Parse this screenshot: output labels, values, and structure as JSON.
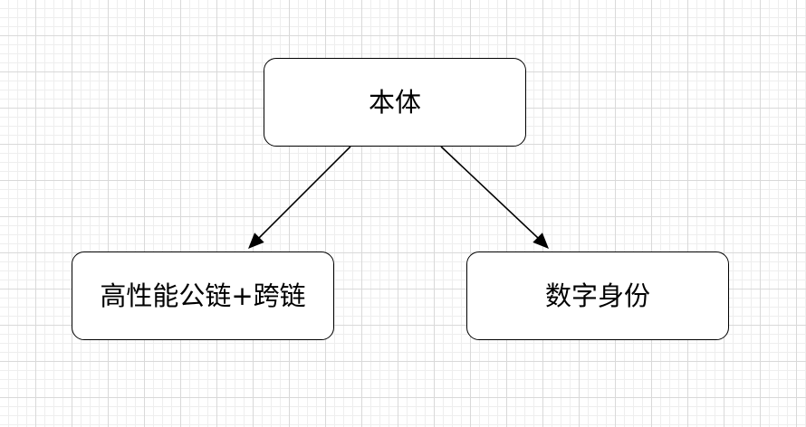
{
  "diagram": {
    "nodes": {
      "root": "本体",
      "left": "高性能公链+跨链",
      "right": "数字身份"
    },
    "edges": [
      {
        "from": "root",
        "to": "left"
      },
      {
        "from": "root",
        "to": "right"
      }
    ],
    "colors": {
      "stroke": "#000000",
      "node_fill": "#ffffff",
      "grid": "#d9d9d9"
    }
  }
}
